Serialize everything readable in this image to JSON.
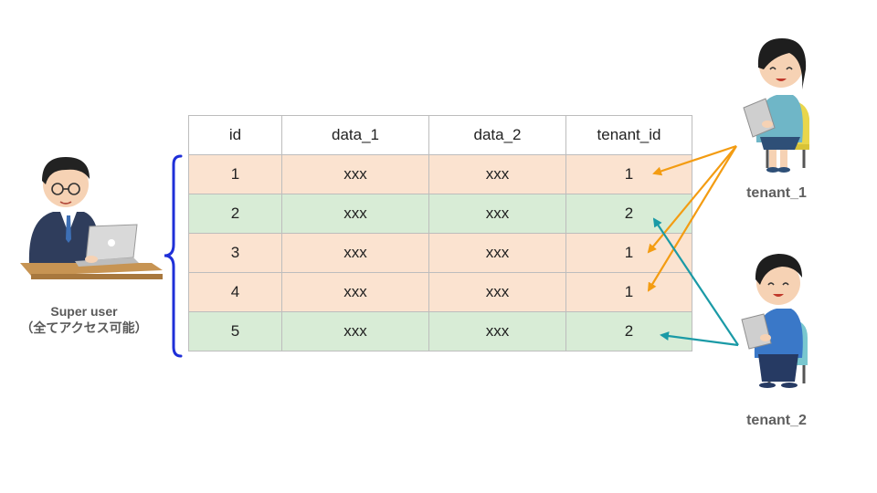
{
  "table": {
    "headers": [
      "id",
      "data_1",
      "data_2",
      "tenant_id"
    ],
    "rows": [
      [
        "1",
        "xxx",
        "xxx",
        "1"
      ],
      [
        "2",
        "xxx",
        "xxx",
        "2"
      ],
      [
        "3",
        "xxx",
        "xxx",
        "1"
      ],
      [
        "4",
        "xxx",
        "xxx",
        "1"
      ],
      [
        "5",
        "xxx",
        "xxx",
        "2"
      ]
    ]
  },
  "super_user": {
    "name": "Super user",
    "note": "（全てアクセス可能）"
  },
  "tenant_1": {
    "label": "tenant_1",
    "arrow_color": "#f39c12",
    "shirt_color": "#6fb6c7"
  },
  "tenant_2": {
    "label": "tenant_2",
    "arrow_color": "#1a9aa6",
    "shirt_color": "#3a78c8"
  },
  "colors": {
    "tenant_1_row": "#fbe3d0",
    "tenant_2_row": "#d8ecd6",
    "brace": "#1f2fd8"
  }
}
